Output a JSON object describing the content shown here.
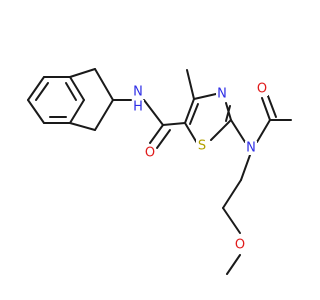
{
  "molecule": {
    "colors": {
      "bond": "#1a1a1a",
      "N": "#2e2ee6",
      "O": "#e01b1b",
      "S": "#b3a100",
      "background": "#ffffff"
    },
    "atoms": {
      "N_amide": {
        "text": "N",
        "color_key": "N"
      },
      "H_amide": {
        "text": "H",
        "color_key": "N"
      },
      "O_carbonyl": {
        "text": "O",
        "color_key": "O"
      },
      "N_thiazole": {
        "text": "N",
        "color_key": "N"
      },
      "S_thiazole": {
        "text": "S",
        "color_key": "S"
      },
      "N_acetyl": {
        "text": "N",
        "color_key": "N"
      },
      "O_acetyl": {
        "text": "O",
        "color_key": "O"
      },
      "O_methoxy": {
        "text": "O",
        "color_key": "O"
      }
    }
  }
}
